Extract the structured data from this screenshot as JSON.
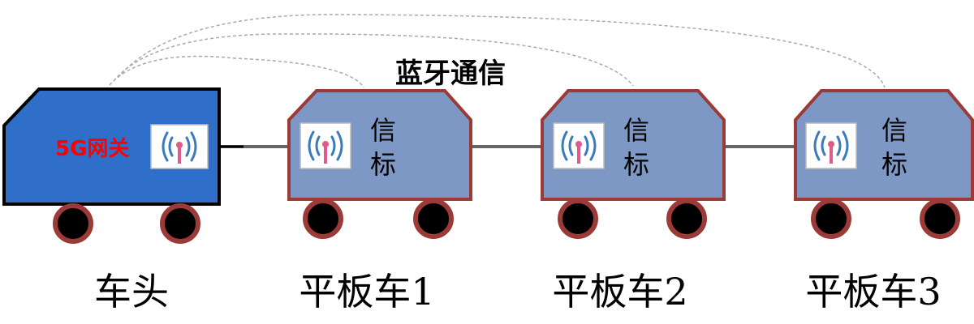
{
  "diagram": {
    "link_label": "蓝牙通信",
    "head": {
      "caption": "车头",
      "gateway_label": "5G网关",
      "body_color": "#2f6fc9"
    },
    "cars": [
      {
        "caption": "平板车1",
        "beacon_chars": [
          "信",
          "标"
        ]
      },
      {
        "caption": "平板车2",
        "beacon_chars": [
          "信",
          "标"
        ]
      },
      {
        "caption": "平板车3",
        "beacon_chars": [
          "信",
          "标"
        ]
      }
    ],
    "colors": {
      "car_body": "#7d98c4",
      "car_border": "#9b3a37",
      "wheel": "#000000",
      "wheel_rim": "#9b3a37",
      "connector": "#666666",
      "dashed_link": "#aaaaaa",
      "antenna_icon_bg": "#ffffff",
      "antenna_mast": "#e05a8a",
      "antenna_waves": "#3a7bbd"
    }
  }
}
